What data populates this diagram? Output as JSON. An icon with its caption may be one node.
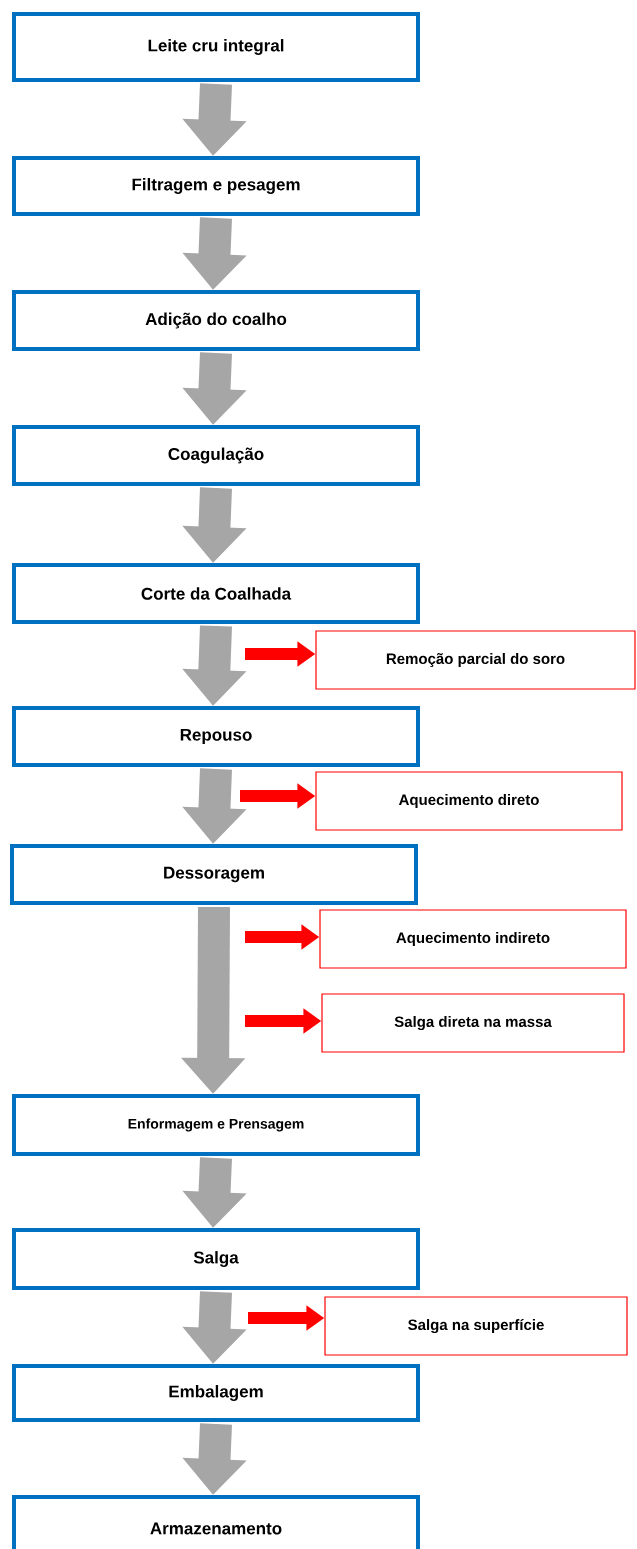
{
  "diagram": {
    "nodes": [
      {
        "text": [
          "Leite cru integral"
        ]
      },
      {
        "text": [
          "Filtragem e pesagem"
        ]
      },
      {
        "text": [
          "Adição do coalho"
        ]
      },
      {
        "text": [
          "Coagulação"
        ]
      },
      {
        "text": [
          "Corte da Coalhada"
        ]
      },
      {
        "text": [
          "Remoção parcial do soro"
        ]
      },
      {
        "text": [
          "Repouso"
        ]
      },
      {
        "text": [
          "Aquecimento direto"
        ]
      },
      {
        "text": [
          "Dessoragem"
        ]
      },
      {
        "text": [
          "Aquecimento indireto"
        ]
      },
      {
        "text": [
          "Salga direta na massa"
        ]
      },
      {
        "text": [
          "Enformagem e Prensagem"
        ]
      },
      {
        "text": [
          "Salga"
        ]
      },
      {
        "text": [
          "Salga na superfície"
        ]
      },
      {
        "text": [
          "Embalagem"
        ]
      },
      {
        "text": [
          "Armazenamento"
        ]
      }
    ],
    "edges": [
      {
        "from": 0,
        "to": 1,
        "arrow": "to"
      },
      {
        "from": 1,
        "to": 2,
        "arrow": "to"
      },
      {
        "from": 2,
        "to": 3,
        "arrow": "to"
      },
      {
        "from": 3,
        "to": 4,
        "arrow": "to"
      },
      {
        "from": 4,
        "to": 6,
        "arrow": "to"
      },
      {
        "from": null,
        "to": 5,
        "arrow": "to",
        "color": "#ff0000"
      },
      {
        "from": 6,
        "to": 8,
        "arrow": "to"
      },
      {
        "from": null,
        "to": 7,
        "arrow": "to",
        "color": "#ff0000"
      },
      {
        "from": 8,
        "to": 11,
        "arrow": "to"
      },
      {
        "from": null,
        "to": 9,
        "arrow": "to",
        "color": "#ff0000"
      },
      {
        "from": null,
        "to": 10,
        "arrow": "to",
        "color": "#ff0000"
      },
      {
        "from": 11,
        "to": 12,
        "arrow": "to"
      },
      {
        "from": 12,
        "to": 14,
        "arrow": "to"
      },
      {
        "from": null,
        "to": 13,
        "arrow": "to",
        "color": "#ff0000"
      },
      {
        "from": 14,
        "to": 15,
        "arrow": "to"
      }
    ]
  }
}
